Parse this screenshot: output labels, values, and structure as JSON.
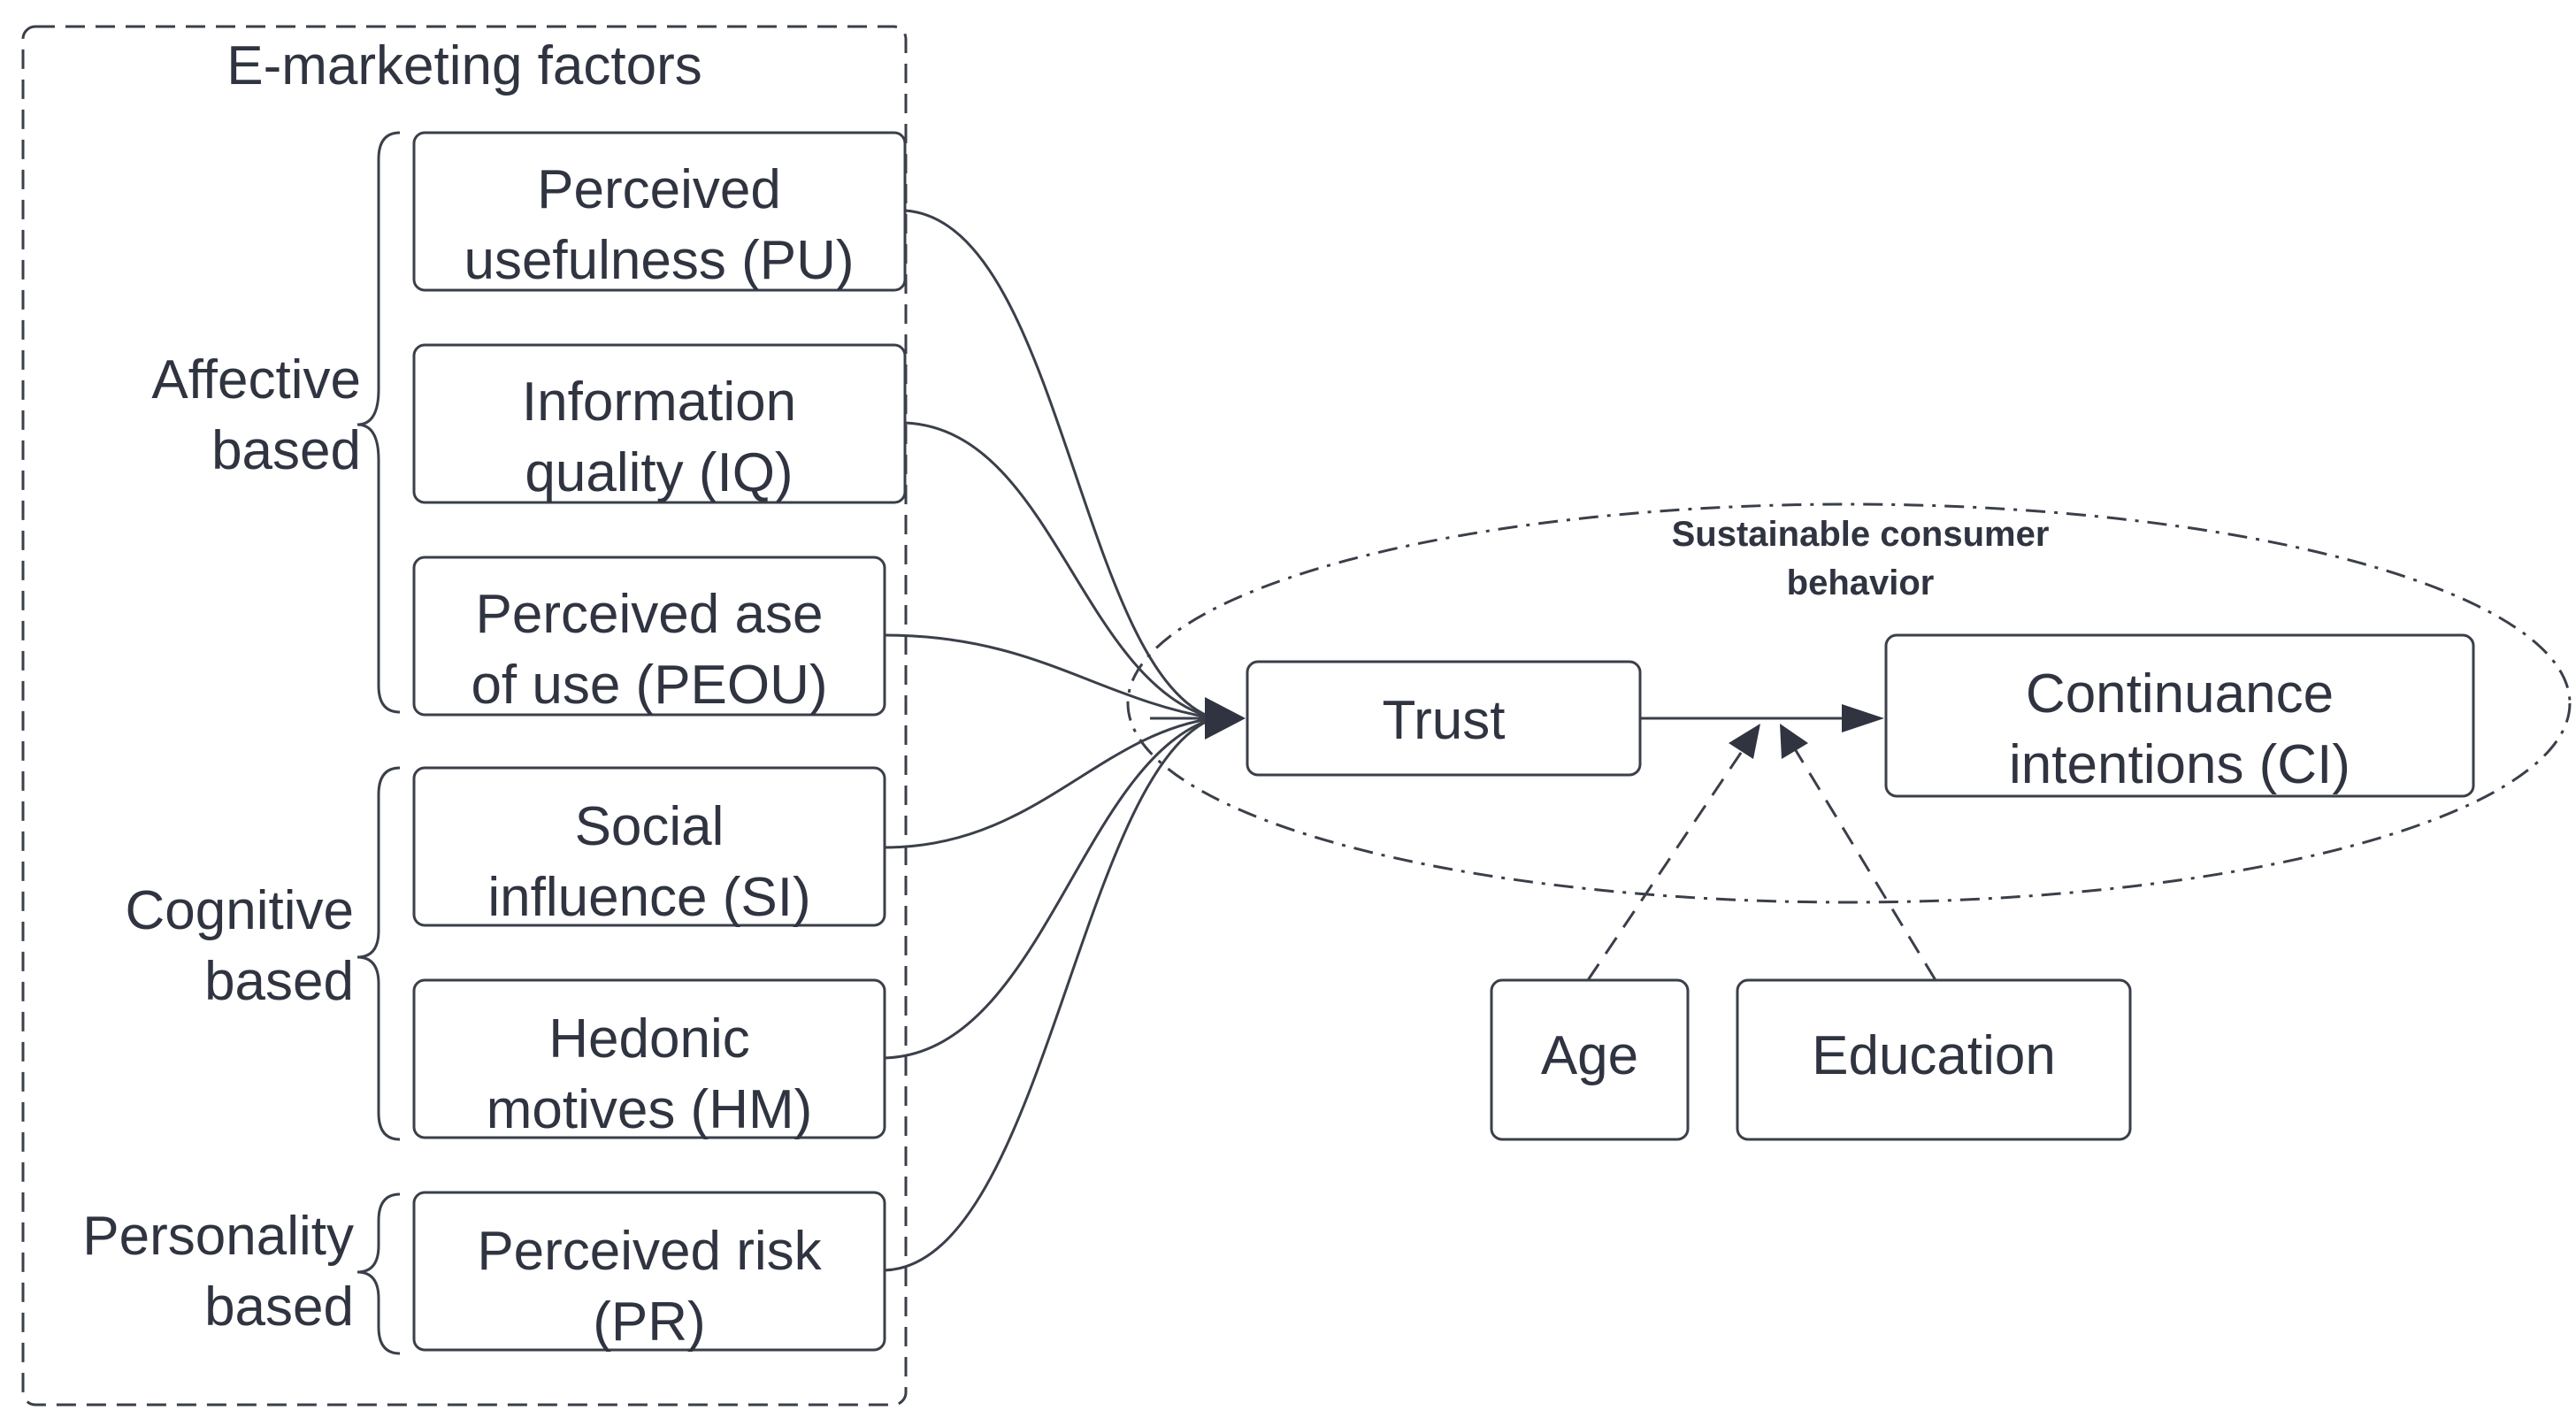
{
  "frame": {
    "title": "E-marketing factors"
  },
  "groups": [
    {
      "label_lines": [
        "Affective",
        "based"
      ]
    },
    {
      "label_lines": [
        "Cognitive",
        "based"
      ]
    },
    {
      "label_lines": [
        "Personality",
        "based"
      ]
    }
  ],
  "factors": [
    {
      "lines": [
        "Perceived",
        "usefulness (PU)"
      ]
    },
    {
      "lines": [
        "Information",
        "quality (IQ)"
      ]
    },
    {
      "lines": [
        "Perceived ase",
        "of use (PEOU)"
      ]
    },
    {
      "lines": [
        "Social",
        "influence (SI)"
      ]
    },
    {
      "lines": [
        "Hedonic",
        "motives (HM)"
      ]
    },
    {
      "lines": [
        "Perceived risk",
        "(PR)"
      ]
    }
  ],
  "scb": {
    "title_lines": [
      "Sustainable consumer",
      "behavior"
    ]
  },
  "trust": {
    "label": "Trust"
  },
  "ci": {
    "lines": [
      "Continuance",
      "intentions (CI)"
    ]
  },
  "moderators": [
    {
      "label": "Age"
    },
    {
      "label": "Education"
    }
  ],
  "colors": {
    "stroke": "#3a3f4a",
    "text": "#2f3440",
    "background": "#ffffff"
  }
}
